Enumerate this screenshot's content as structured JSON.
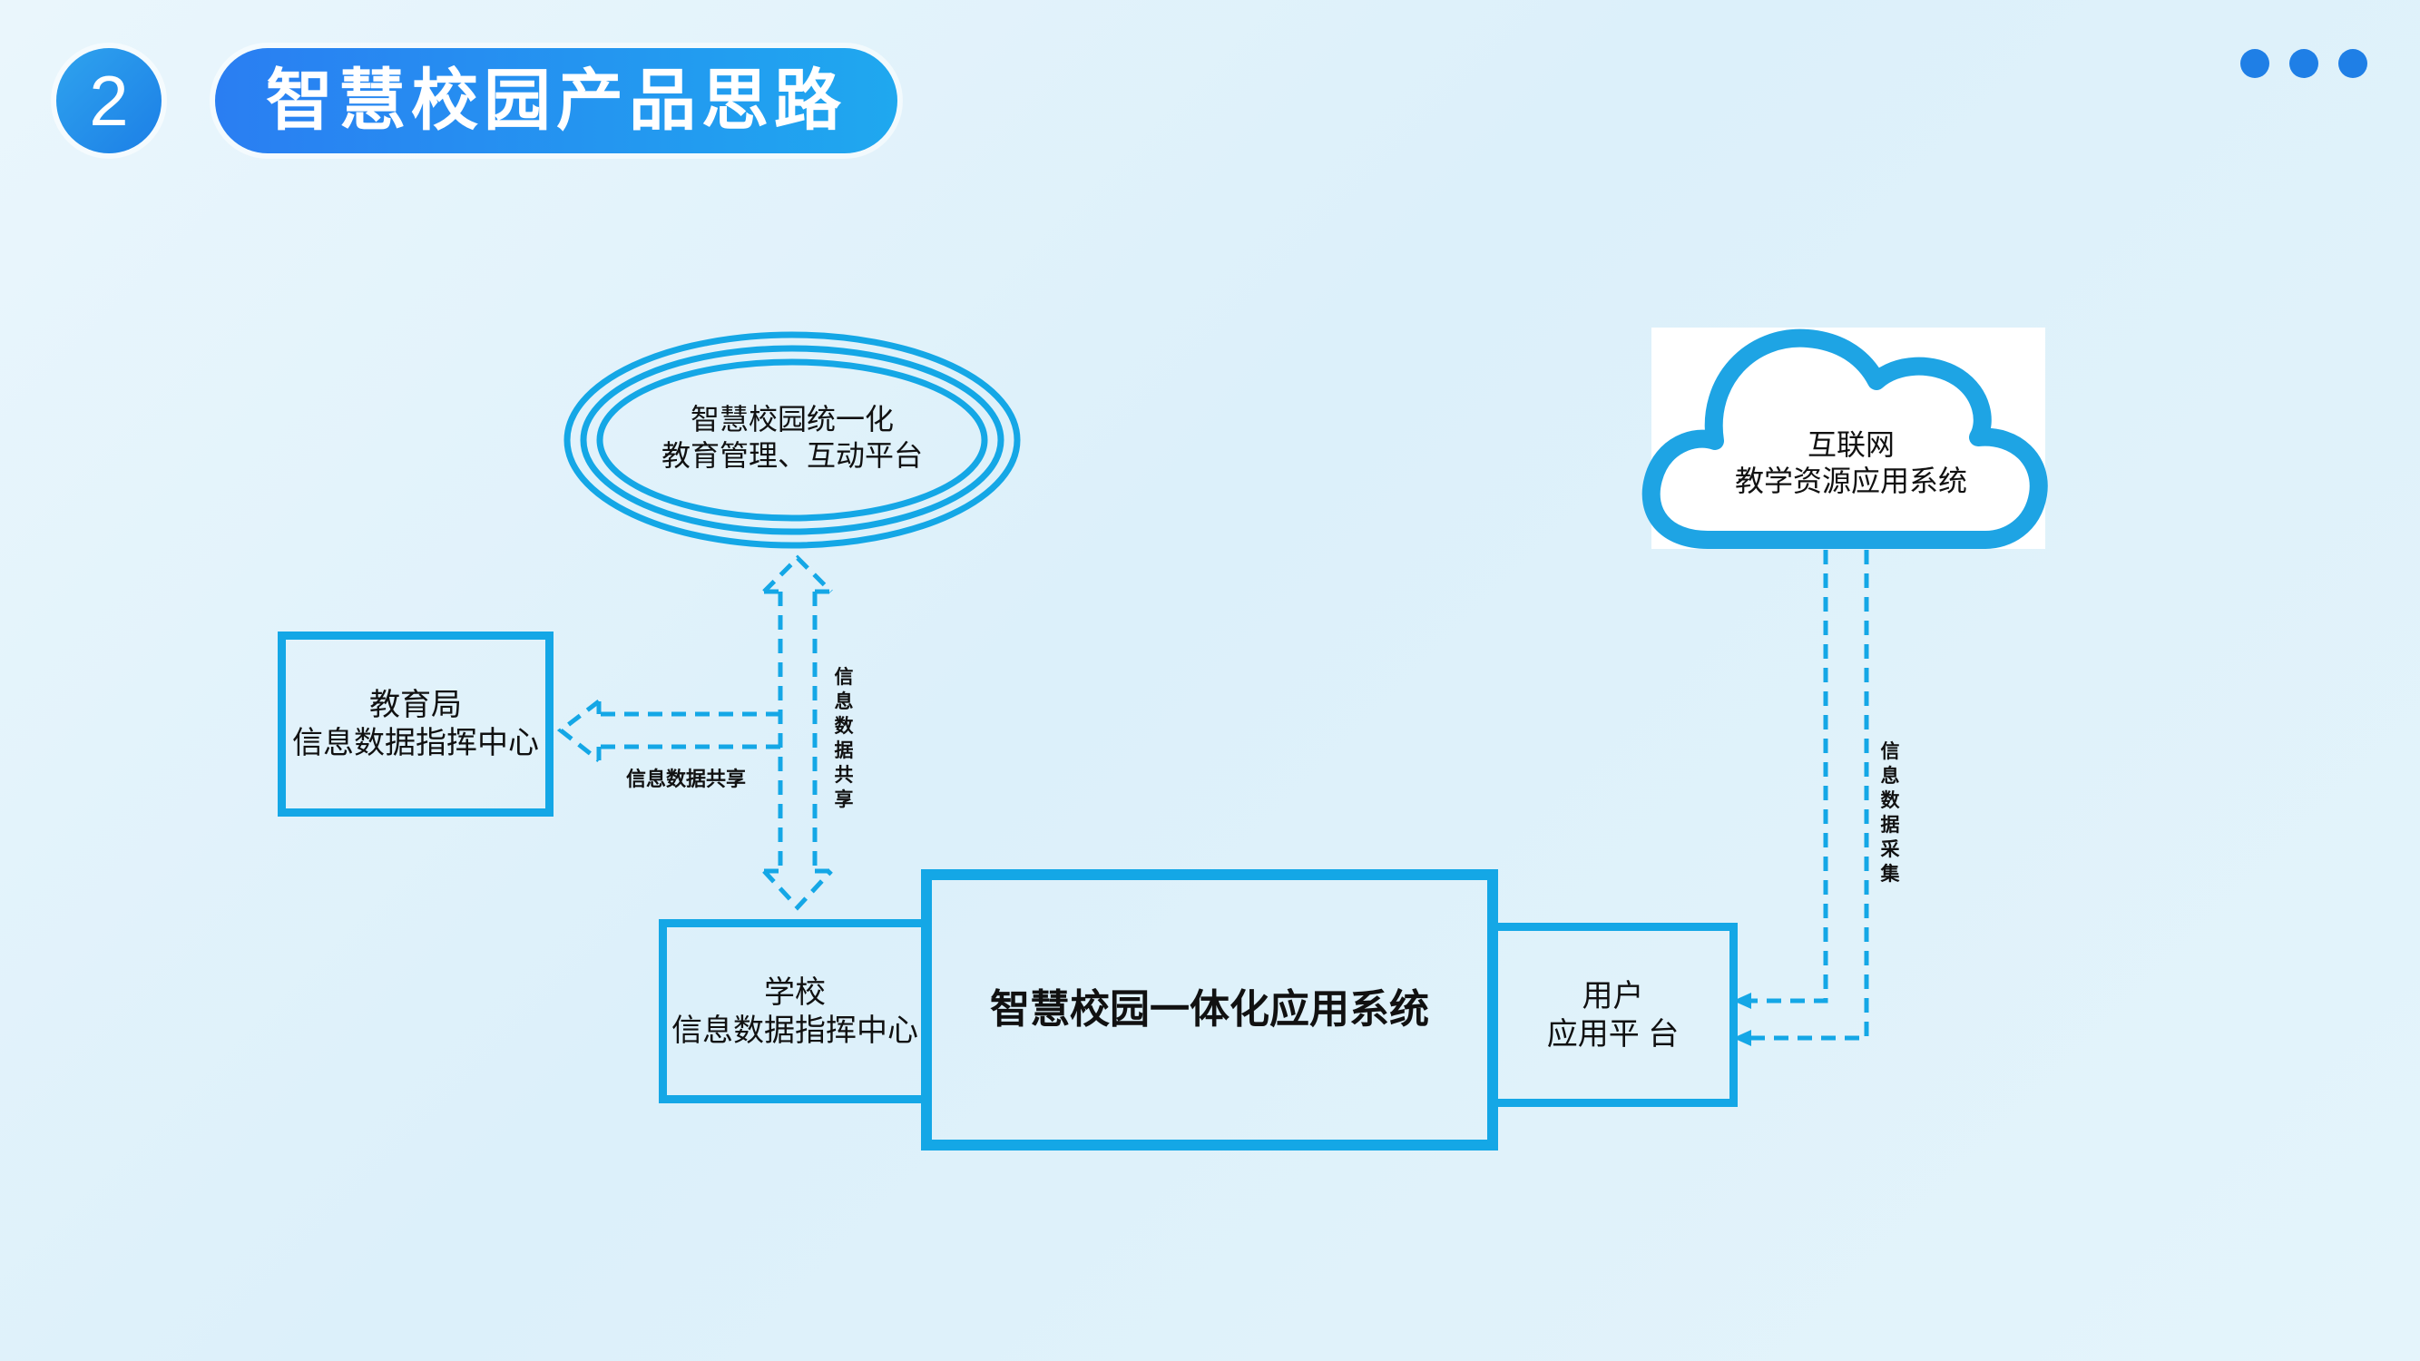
{
  "header": {
    "section_number": "2",
    "title": "智慧校园产品思路"
  },
  "diagram": {
    "nodes": {
      "platform": "智慧校园统一化\n教育管理、互动平台",
      "internet": "互联网\n教学资源应用系统",
      "bureau": "教育局\n信息数据指挥中心",
      "school": "学校\n信息数据指挥中心",
      "core": "智慧校园一体化应用系统",
      "user": "用户\n应用平  台"
    },
    "edges": {
      "platform_school": "信\n息\n数\n据\n共\n享",
      "to_bureau": "信息数据共享",
      "cloud_user": "信\n息\n数\n据\n采\n集"
    }
  },
  "colors": {
    "accent": "#14a7e6",
    "title_gradient_start": "#2a7ef2",
    "title_gradient_end": "#1fa8ef",
    "dots": "#1f7fe6"
  }
}
